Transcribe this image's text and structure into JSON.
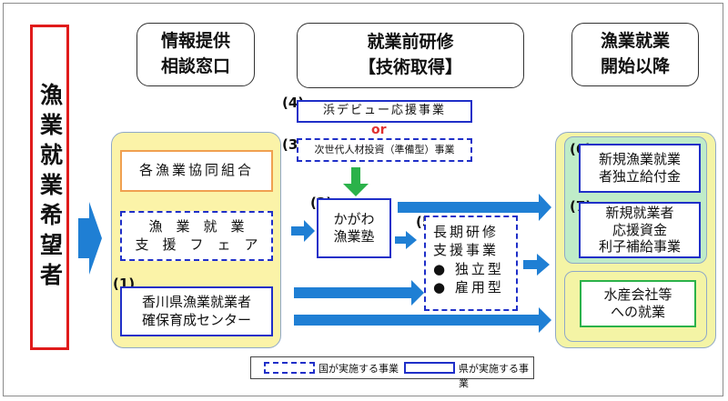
{
  "seeker": {
    "label": "漁業就業希望者"
  },
  "headers": {
    "consultation": "情報提供\n相談窓口",
    "training": "就業前研修\n【技術取得】",
    "start": "漁業就業\n開始以降"
  },
  "left_panel": {
    "coop": "各漁業協同組合",
    "fair": "漁　業　就　業\n支　援　フ　ェ　ア",
    "center_num": "(1)",
    "center": "香川県漁業就業者\n確保育成センター"
  },
  "middle": {
    "debut_num": "(4)",
    "debut": "浜デビュー応援事業",
    "or": "or",
    "nextgen_num": "(3)",
    "nextgen": "次世代人材投資（準備型）事業",
    "school_num": "(2)",
    "school": "かがわ\n漁業塾",
    "longterm_num": "(5)",
    "longterm": "長期研修\n支援事業\n● 独立型\n● 雇用型"
  },
  "right_panel": {
    "indep_num": "(6)",
    "indep": "新規漁業就業\n者独立給付金",
    "interest_num": "(7)",
    "interest": "新規就業者\n応援資金\n利子補給事業",
    "company": "水産会社等\nへの就業"
  },
  "legend": {
    "national": "国が実施する事業",
    "prefecture": "県が実施する事業"
  },
  "colors": {
    "blue": "#1f2fc8",
    "arrow": "#1f7fd4",
    "red": "#e01b1b",
    "orange": "#f0a050",
    "green": "#2bb24a"
  }
}
